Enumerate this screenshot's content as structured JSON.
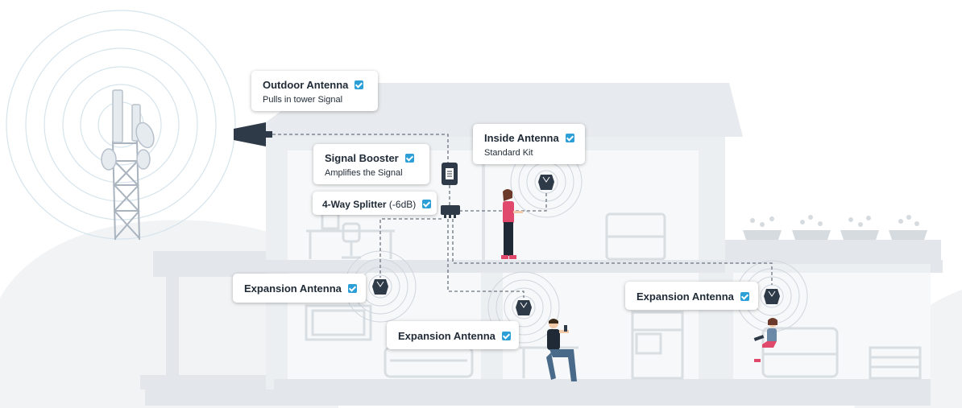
{
  "labels": {
    "outdoor_antenna": {
      "title": "Outdoor Antenna",
      "subtitle": "Pulls in tower Signal"
    },
    "signal_booster": {
      "title": "Signal Booster",
      "subtitle": "Amplifies the Signal"
    },
    "splitter": {
      "title": "4-Way Splitter",
      "suffix": "(-6dB)"
    },
    "inside_antenna": {
      "title": "Inside Antenna",
      "subtitle": "Standard Kit"
    },
    "expansion_antenna_left": {
      "title": "Expansion Antenna"
    },
    "expansion_antenna_center": {
      "title": "Expansion Antenna"
    },
    "expansion_antenna_right": {
      "title": "Expansion Antenna"
    }
  },
  "icons": [
    "cell-tower-icon",
    "outdoor-antenna-icon",
    "signal-booster-icon",
    "splitter-icon",
    "dome-antenna-icon",
    "checkbox-icon",
    "person-icon"
  ],
  "colors": {
    "house": "#e9ecef",
    "house_dark": "#d9dde2",
    "ink": "#2f3a48",
    "accent_check": "#2b9fd6",
    "signal_ring": "#cfd6de",
    "shirt": "#e0496b"
  }
}
